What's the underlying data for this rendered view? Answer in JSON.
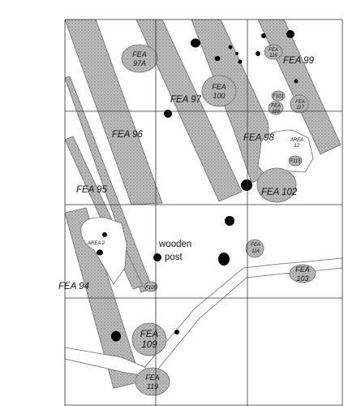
{
  "map": {
    "labels": {
      "fea_97a_a": "FEA",
      "fea_97a_b": "97A",
      "fea_97": "FEA 97",
      "fea_100_a": "FEA",
      "fea_100_b": "100",
      "fea_116_a": "FEA",
      "fea_116_b": "116",
      "fea_99": "FEA 99",
      "f101": "F101",
      "fea_118_a": "FEA",
      "fea_118_b": "118",
      "fea_117_a": "FEA",
      "fea_117_b": "117",
      "fea_96": "FEA 96",
      "fea_98": "FEA 98",
      "area_12_a": "AREA",
      "area_12_b": "12",
      "f115": "F115",
      "fea_95": "FEA 95",
      "fea_102": "FEA 102",
      "area_2": "AREA 2",
      "wooden": "wooden",
      "post": "post",
      "fea_114_a": "FEA",
      "fea_114_b": "114",
      "fea_103_a": "FEA",
      "fea_103_b": "103",
      "f105": "F105",
      "fea_94": "FEA 94",
      "fea_109_a": "FEA",
      "fea_109_b": "109",
      "fea_119_a": "FEA",
      "fea_119_b": "119"
    },
    "colors": {
      "fill": "#b9b9b9",
      "stroke": "#6a6a6a",
      "grid": "#333333",
      "post": "#000000"
    }
  }
}
